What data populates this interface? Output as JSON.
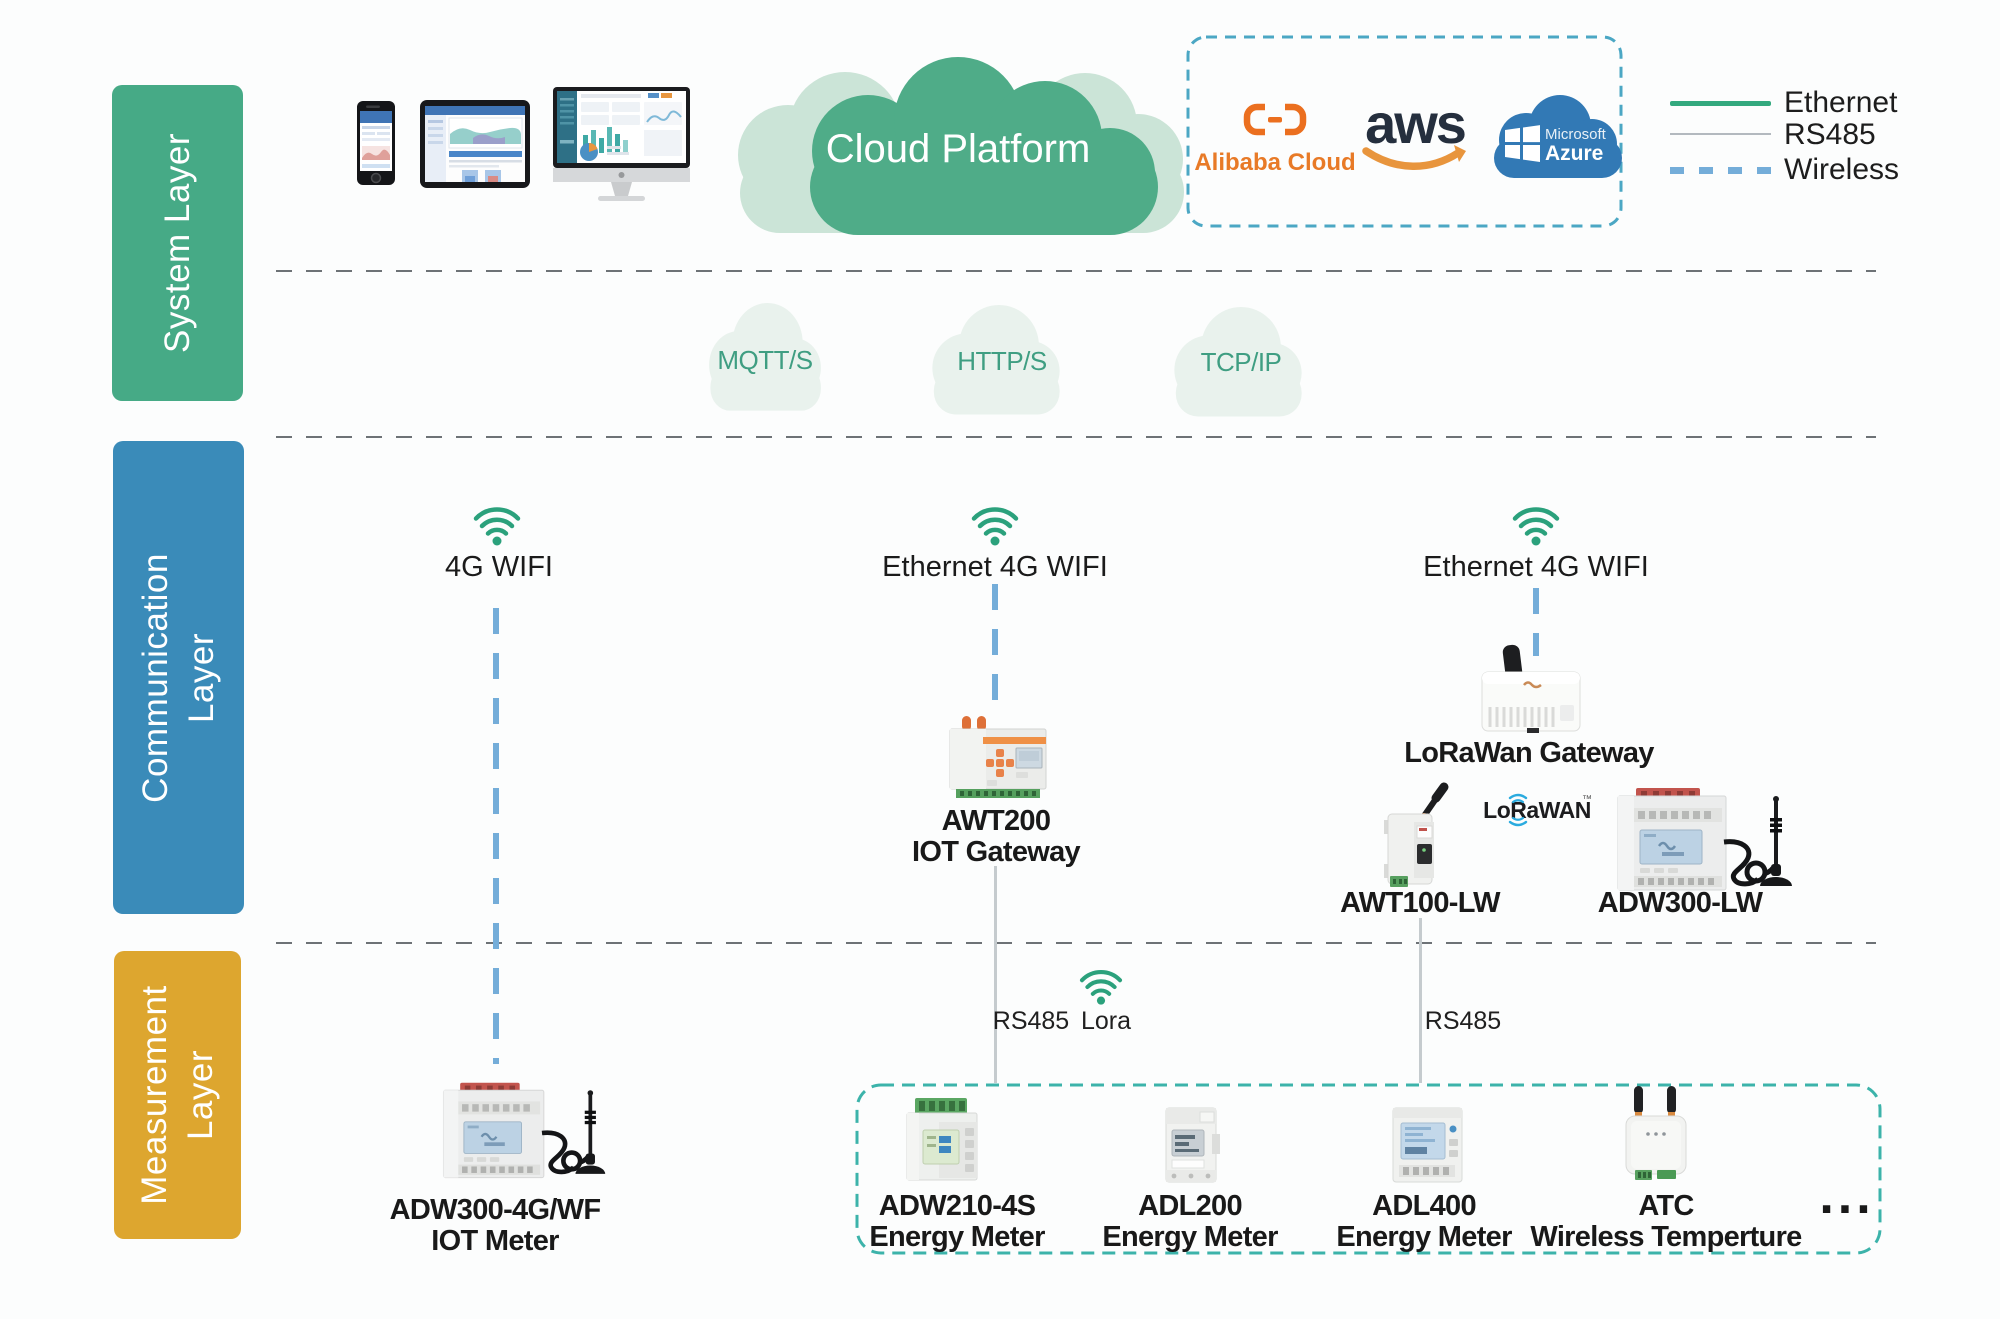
{
  "layers": {
    "system": {
      "label": "System Layer",
      "color": "#46aa86"
    },
    "communication": {
      "line1": "Communication",
      "line2": "Layer",
      "color": "#3a8bb9"
    },
    "measurement": {
      "line1": "Measurement",
      "line2": "Layer",
      "color": "#dda62f"
    }
  },
  "system_layer": {
    "cloud_platform_label": "Cloud Platform",
    "protocol_clouds": [
      {
        "label": "MQTT/S"
      },
      {
        "label": "HTTP/S"
      },
      {
        "label": "TCP/IP"
      }
    ],
    "providers": {
      "alibaba_label": "Alibaba Cloud",
      "aws_label": "aws",
      "azure_line1": "Microsoft",
      "azure_line2": "Azure"
    },
    "legend": {
      "ethernet": "Ethernet",
      "rs485": "RS485",
      "wireless": "Wireless"
    }
  },
  "communication_layer": {
    "col1": {
      "wifi_label": "4G WIFI"
    },
    "col2": {
      "wifi_label": "Ethernet 4G WIFI",
      "device_name": "AWT200",
      "device_sub": "IOT Gateway"
    },
    "col3": {
      "wifi_label": "Ethernet 4G WIFI",
      "gateway_label": "LoRaWan Gateway",
      "lorawan_logo": "LoRaWAN",
      "lorawan_tm": "™",
      "device_left": "AWT100-LW",
      "device_right": "ADW300-LW"
    }
  },
  "measurement_layer": {
    "iot_meter": {
      "name": "ADW300-4G/WF",
      "sub": "IOT Meter"
    },
    "bus_left_rs485": "RS485",
    "bus_left_lora": "Lora",
    "bus_right_rs485": "RS485",
    "meters": [
      {
        "name": "ADW210-4S",
        "sub": "Energy Meter"
      },
      {
        "name": "ADL200",
        "sub": "Energy Meter"
      },
      {
        "name": "ADL400",
        "sub": "Energy Meter"
      },
      {
        "name": "ATC",
        "sub": "Wireless Temperture"
      }
    ],
    "more_label": "..."
  },
  "colors": {
    "layer-green": "#46aa86",
    "layer-blue": "#3a8bb9",
    "layer-yellow": "#dda62f",
    "cloud-green": "#4fac88",
    "cloud-light": "#cbe4d7",
    "protocol-cloud-fill": "#e9f2ed",
    "protocol-cloud-text": "#3f9e82",
    "wifi-green": "#2ba17c",
    "wireless-blue": "#74add9",
    "rs485-gray": "#c5cbce",
    "ethernet-green": "#33a97e",
    "separator-gray": "#6d7276",
    "provider-dash": "#4ba7c4",
    "meterbox-dash": "#3cb3aa",
    "label-dark": "#191919"
  }
}
